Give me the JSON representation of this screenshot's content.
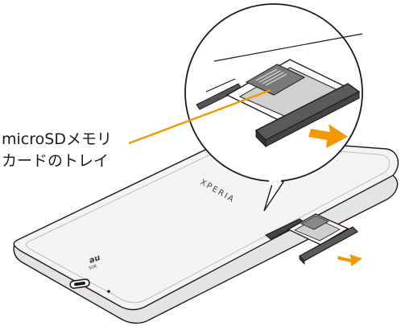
{
  "callout": {
    "line1": "microSDメモリ",
    "line2": "カードのトレイ"
  },
  "device": {
    "brand": "XPERIA",
    "logo": "au",
    "model": "SOK"
  },
  "colors": {
    "leader_line": "#F39800",
    "arrow": "#F39800",
    "outline": "#231815",
    "body_fill": "#f4f4f4",
    "body_edge": "#cfcfcf"
  }
}
